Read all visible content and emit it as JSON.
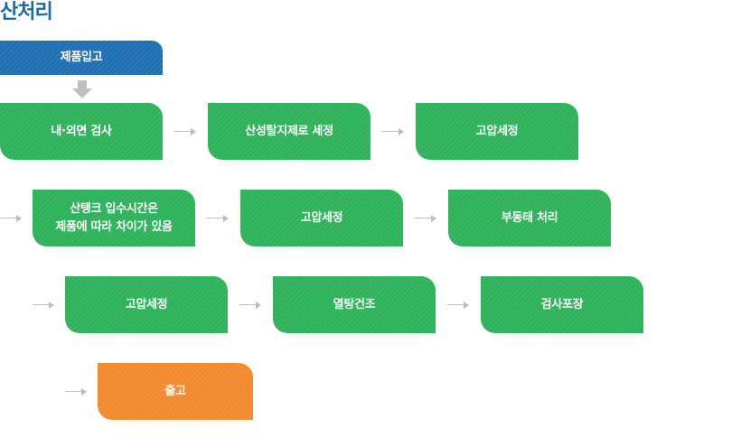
{
  "title": "산처리",
  "steps": {
    "s0": "제품입고",
    "s1": "내·외면 검사",
    "s2": "산성탈지제로 세정",
    "s3": "고압세정",
    "s4_line1": "산탱크 입수시간은",
    "s4_line2": "제품에 따라 차이가 있음",
    "s5": "고압세정",
    "s6": "부동태 처리",
    "s7": "고압세정",
    "s8": "열탕건조",
    "s9": "검사포장",
    "s10": "출고"
  },
  "colors": {
    "title": "#1a6aa8",
    "step_green": "#2eb25a",
    "step_blue": "#1f6fb3",
    "step_orange": "#f08a2c",
    "arrow": "#bdbdbd"
  }
}
